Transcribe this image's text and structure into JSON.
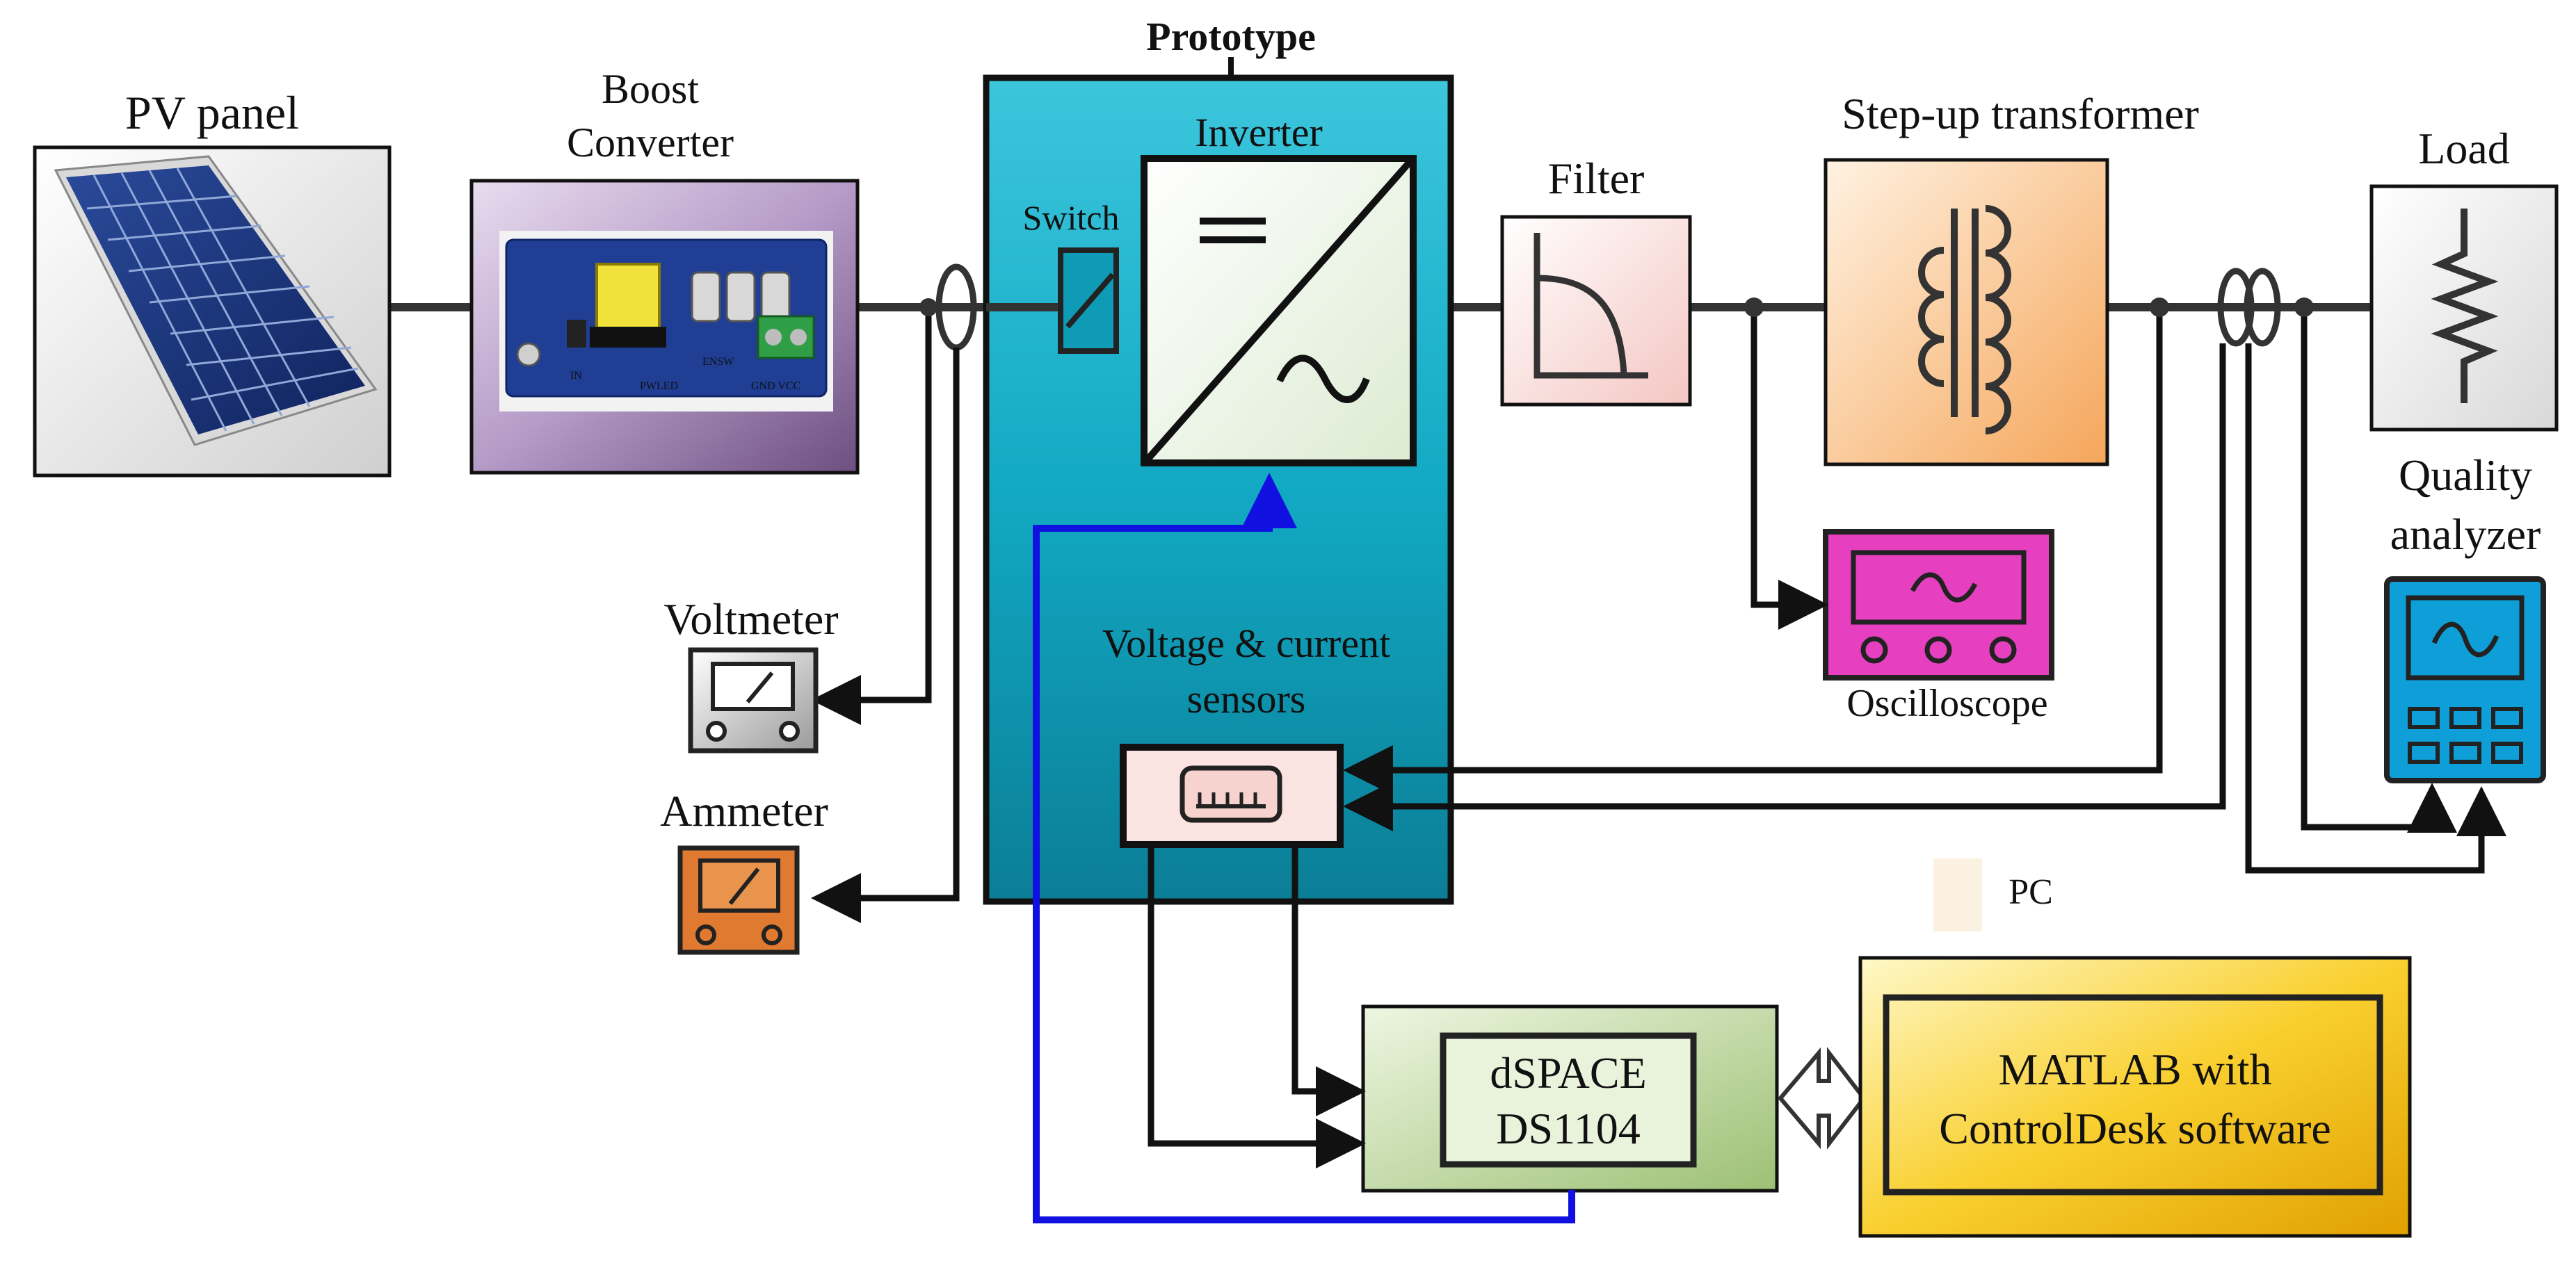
{
  "labels": {
    "prototype": "Prototype",
    "pv_panel": "PV panel",
    "boost_line1": "Boost",
    "boost_line2": "Converter",
    "switch": "Switch",
    "inverter": "Inverter",
    "filter": "Filter",
    "transformer": "Step-up transformer",
    "load": "Load",
    "quality_line1": "Quality",
    "quality_line2": "analyzer",
    "voltmeter": "Voltmeter",
    "ammeter": "Ammeter",
    "sensors_line1": "Voltage & current",
    "sensors_line2": "sensors",
    "oscilloscope": "Oscilloscope",
    "pc": "PC",
    "dspace_line1": "dSPACE",
    "dspace_line2": "DS1104",
    "matlab_line1": "MATLAB with",
    "matlab_line2": "ControlDesk software"
  },
  "board_silkscreen": {
    "in": "IN",
    "pwled": "PWLED",
    "gnd_vcc": "GND VCC",
    "ensw": "ENSW"
  },
  "colors": {
    "prototype_fill": "#12a9c4",
    "boost_frame": "#7f5f8f",
    "filter_fill": "#fbe3e1",
    "transformer_fill": "#f9c48f",
    "oscilloscope_fill": "#e63fbf",
    "quality_fill": "#0f9fd8",
    "ammeter_fill": "#e07a30",
    "dspace_fill": "#c4dca6",
    "matlab_fill": "#f7c31a",
    "control_wire": "#1010e0",
    "wire": "#333333"
  },
  "icons": [
    "pv-panel-icon",
    "boost-board-icon",
    "switch-icon",
    "inverter-icon",
    "lowpass-filter-icon",
    "transformer-icon",
    "resistor-icon",
    "oscilloscope-icon",
    "quality-analyzer-icon",
    "voltmeter-icon",
    "ammeter-icon",
    "sensor-icon",
    "current-clamp-icon",
    "bidirectional-arrow-icon"
  ]
}
